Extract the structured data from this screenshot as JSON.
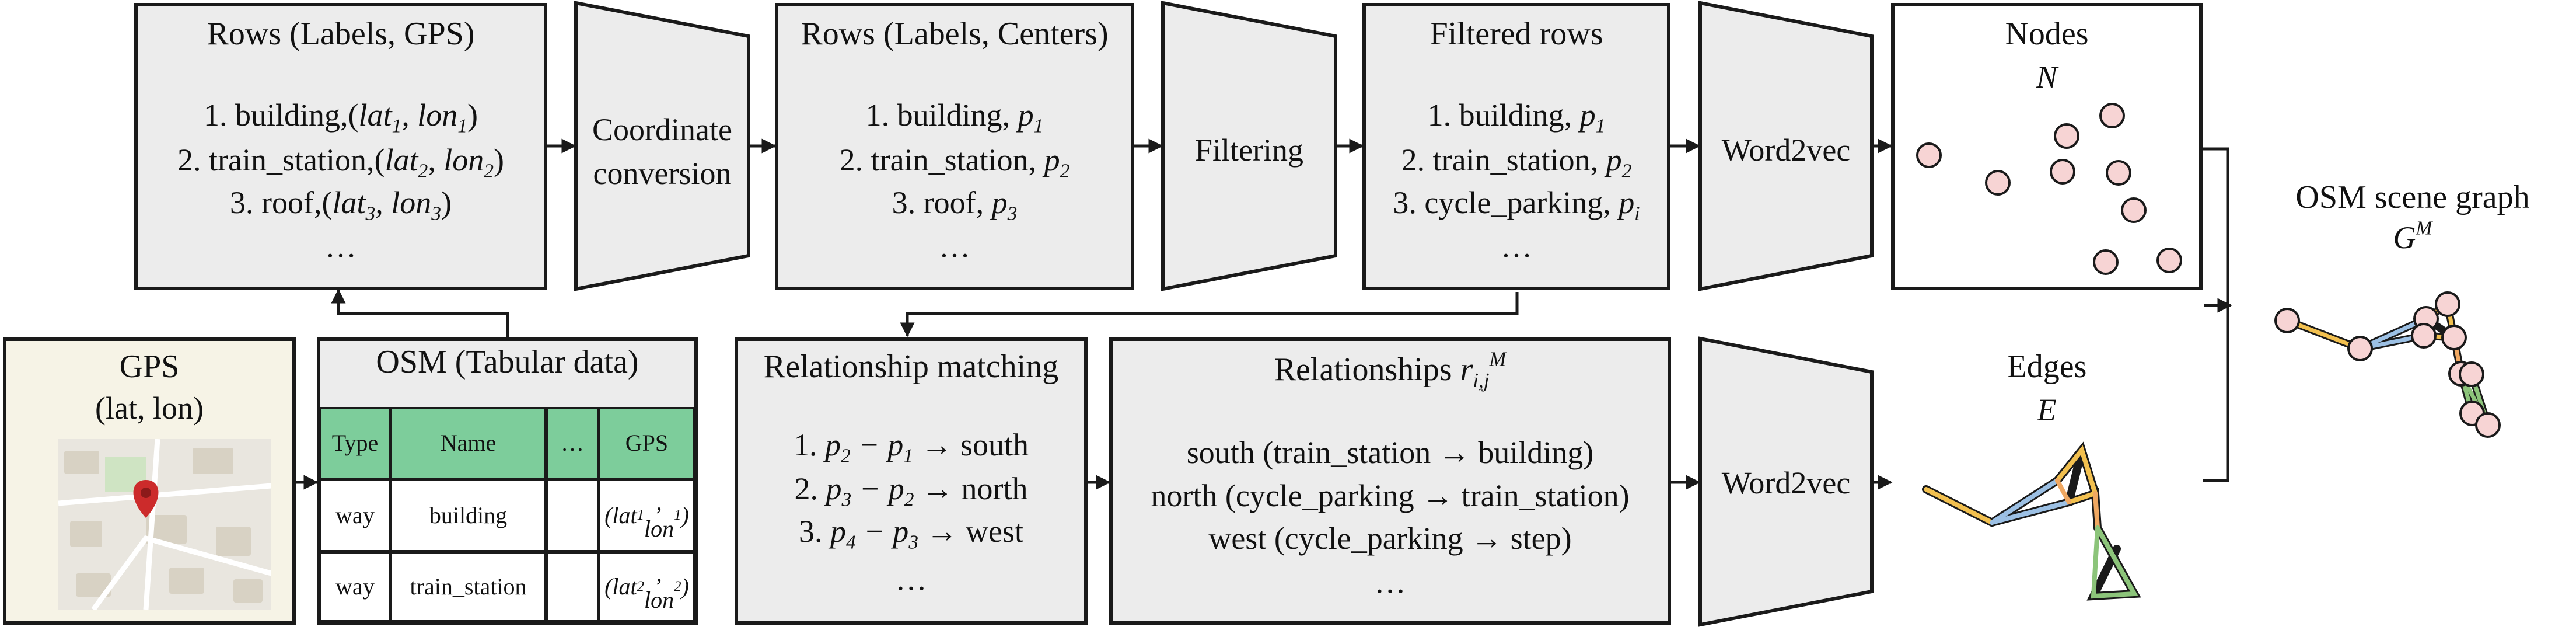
{
  "rows_gps": {
    "title": "Rows (Labels, GPS)",
    "items": [
      "1. building,(",
      "2. train_station,(",
      "3. roof,("
    ],
    "ellipsis": "…"
  },
  "coord": {
    "line1": "Coordinate",
    "line2": "conversion"
  },
  "rows_centers": {
    "title": "Rows (Labels, Centers)",
    "items": [
      "1. building, ",
      "2. train_station, ",
      "3. roof, "
    ],
    "ellipsis": "…"
  },
  "filtering": {
    "label": "Filtering"
  },
  "filtered": {
    "title": "Filtered rows",
    "items": [
      "1. building, ",
      "2. train_station, ",
      "3. cycle_parking, "
    ],
    "ellipsis": "…"
  },
  "w2v_top": {
    "label": "Word2vec"
  },
  "nodes": {
    "title": "Nodes",
    "symbol": "N"
  },
  "scene": {
    "title": "OSM scene graph",
    "symbol": "G",
    "sup": "M"
  },
  "gps": {
    "title": "GPS",
    "subtitle": "(lat, lon)"
  },
  "osm": {
    "title": "OSM (Tabular data)",
    "headers": [
      "Type",
      "Name",
      "…",
      "GPS"
    ],
    "rows": [
      {
        "type": "way",
        "name": "building"
      },
      {
        "type": "way",
        "name": "train_station"
      }
    ]
  },
  "matching": {
    "title": "Relationship matching",
    "items": [
      " → south",
      " → north",
      " → west"
    ],
    "ellipsis": "…"
  },
  "relationships": {
    "title": "Relationships ",
    "items": [
      "south (train_station → building)",
      "north (cycle_parking → train_station)",
      "west (cycle_parking → step)"
    ],
    "ellipsis": "…"
  },
  "w2v_bottom": {
    "label": "Word2vec"
  },
  "edges": {
    "title": "Edges",
    "symbol": "E"
  },
  "colors": {
    "box": "#ececec",
    "cream": "#f6f3e6",
    "table_header": "#7dcd9b",
    "node": "#f7d4d4",
    "edge_yellow": "#f2c04f",
    "edge_blue": "#9cc0e4",
    "edge_green": "#8cc47a",
    "edge_orange": "#f0a862",
    "map_pin": "#cc2b2b"
  }
}
